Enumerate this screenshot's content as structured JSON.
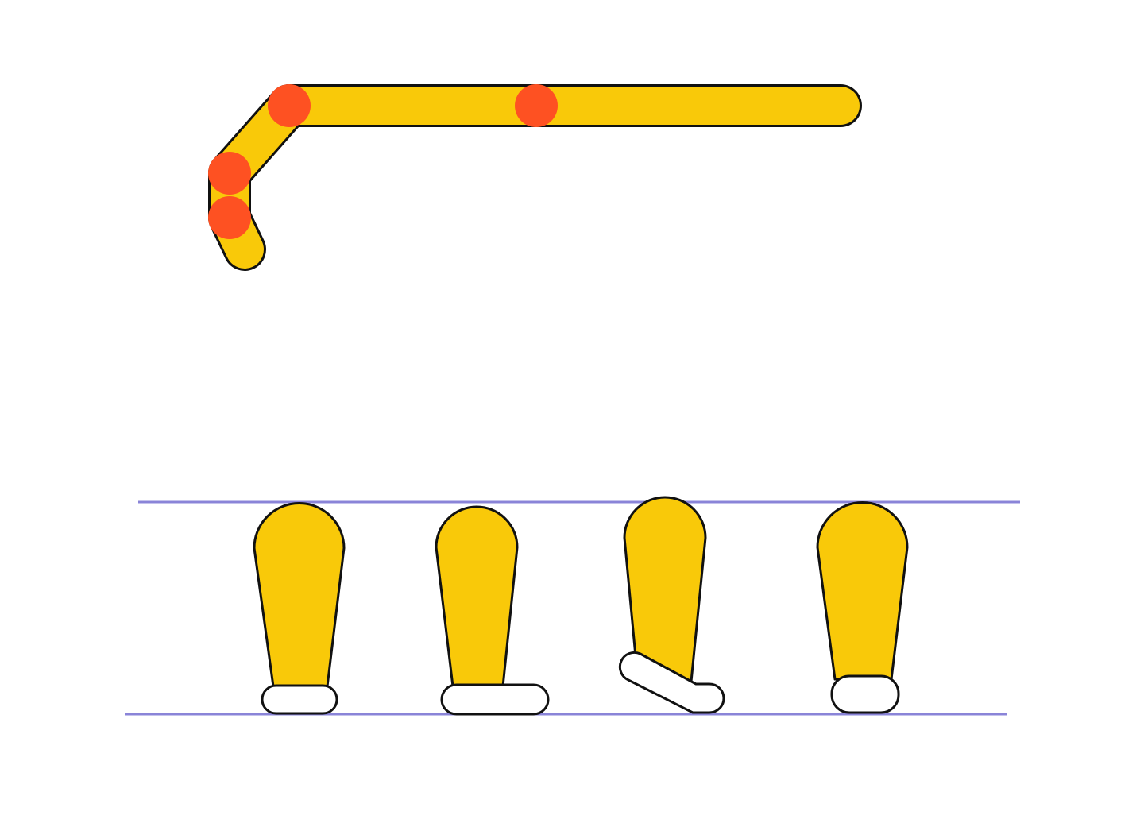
{
  "colors": {
    "background": "#ffffff",
    "limb_fill": "#f9c909",
    "outline": "#111111",
    "joint": "#fe5122",
    "foot_fill": "#ffffff",
    "guide_line": "#8a84d8"
  },
  "rig": {
    "segment_count": 4,
    "joint_count": 4
  },
  "legs": {
    "count": 4,
    "guide_lines": 2
  }
}
